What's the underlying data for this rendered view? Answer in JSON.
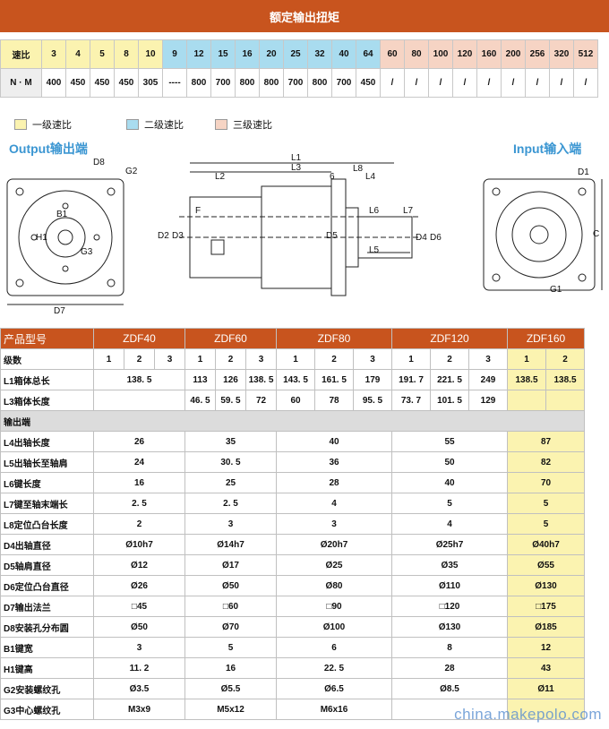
{
  "header": {
    "title": "额定输出扭矩"
  },
  "ratio_table": {
    "row1_label": "速比",
    "row2_label": "N · M",
    "ratios": [
      "3",
      "4",
      "5",
      "8",
      "10",
      "9",
      "12",
      "15",
      "16",
      "20",
      "25",
      "32",
      "40",
      "64",
      "60",
      "80",
      "100",
      "120",
      "160",
      "200",
      "256",
      "320",
      "512"
    ],
    "torques": [
      "400",
      "450",
      "450",
      "450",
      "305",
      "----",
      "800",
      "700",
      "800",
      "800",
      "700",
      "800",
      "700",
      "450",
      "/",
      "/",
      "/",
      "/",
      "/",
      "/",
      "/",
      "/",
      "/"
    ]
  },
  "legend": [
    {
      "label": "一级速比",
      "color": "#fbf3b0"
    },
    {
      "label": "二级速比",
      "color": "#a9dcef"
    },
    {
      "label": "三级速比",
      "color": "#f6d4c4"
    }
  ],
  "drawing": {
    "output_title": "Output输出端",
    "input_title": "Input输入端",
    "labels": [
      "D8",
      "G2",
      "B1",
      "H1",
      "G3",
      "D7",
      "L1",
      "L3",
      "L2",
      "L8",
      "6",
      "L4",
      "F",
      "D2",
      "D3",
      "D5",
      "L6",
      "L7",
      "D4",
      "D6",
      "L5",
      "D1",
      "C",
      "G1"
    ]
  },
  "spec_table": {
    "head": {
      "label": "产品型号",
      "models": [
        "ZDF40",
        "ZDF60",
        "ZDF80",
        "ZDF120",
        "ZDF160"
      ]
    },
    "stages_label": "级数",
    "stages": [
      "1",
      "2",
      "3",
      "1",
      "2",
      "3",
      "1",
      "2",
      "3",
      "1",
      "2",
      "3",
      "1",
      "2"
    ],
    "l1": {
      "label": "L1箱体总长",
      "v": [
        "138. 5",
        "113",
        "126",
        "138. 5",
        "143. 5",
        "161. 5",
        "179",
        "191. 7",
        "221. 5",
        "249",
        "138.5",
        "138.5"
      ]
    },
    "l3": {
      "label": "L3箱体长度",
      "v": [
        "",
        "46. 5",
        "59. 5",
        "72",
        "60",
        "78",
        "95. 5",
        "73. 7",
        "101. 5",
        "129",
        "",
        ""
      ]
    },
    "section": "输出端",
    "rows": [
      {
        "label": "L4出轴长度",
        "v": [
          "26",
          "35",
          "40",
          "55",
          "87"
        ]
      },
      {
        "label": "L5出轴长至轴肩",
        "v": [
          "24",
          "30. 5",
          "36",
          "50",
          "82"
        ]
      },
      {
        "label": "L6键长度",
        "v": [
          "16",
          "25",
          "28",
          "40",
          "70"
        ]
      },
      {
        "label": "L7键至轴末端长",
        "v": [
          "2. 5",
          "2. 5",
          "4",
          "5",
          "5"
        ]
      },
      {
        "label": "L8定位凸台长度",
        "v": [
          "2",
          "3",
          "3",
          "4",
          "5"
        ]
      },
      {
        "label": "D4出轴直径",
        "v": [
          "Ø10h7",
          "Ø14h7",
          "Ø20h7",
          "Ø25h7",
          "Ø40h7"
        ]
      },
      {
        "label": "D5轴肩直径",
        "v": [
          "Ø12",
          "Ø17",
          "Ø25",
          "Ø35",
          "Ø55"
        ]
      },
      {
        "label": "D6定位凸台直径",
        "v": [
          "Ø26",
          "Ø50",
          "Ø80",
          "Ø110",
          "Ø130"
        ]
      },
      {
        "label": "D7输出法兰",
        "v": [
          "□45",
          "□60",
          "□90",
          "□120",
          "□175"
        ]
      },
      {
        "label": "D8安装孔分布圆",
        "v": [
          "Ø50",
          "Ø70",
          "Ø100",
          "Ø130",
          "Ø185"
        ]
      },
      {
        "label": "B1键宽",
        "v": [
          "3",
          "5",
          "6",
          "8",
          "12"
        ]
      },
      {
        "label": "H1键高",
        "v": [
          "11. 2",
          "16",
          "22. 5",
          "28",
          "43"
        ]
      },
      {
        "label": "G2安装螺纹孔",
        "v": [
          "Ø3.5",
          "Ø5.5",
          "Ø6.5",
          "Ø8.5",
          "Ø11"
        ]
      },
      {
        "label": "G3中心螺纹孔",
        "v": [
          "M3x9",
          "M5x12",
          "M6x16",
          "",
          ""
        ]
      }
    ]
  },
  "watermark": "china.makepolo.com"
}
